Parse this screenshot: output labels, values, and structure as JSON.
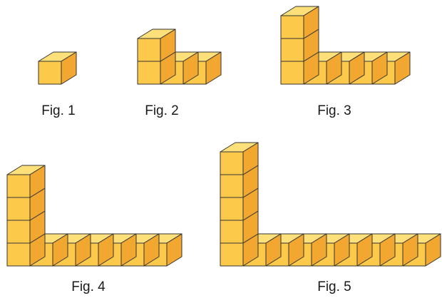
{
  "figures": [
    {
      "label": "Fig. 1",
      "stack_height": 1,
      "base_length": 1
    },
    {
      "label": "Fig. 2",
      "stack_height": 2,
      "base_length": 3
    },
    {
      "label": "Fig. 3",
      "stack_height": 3,
      "base_length": 5
    },
    {
      "label": "Fig. 4",
      "stack_height": 4,
      "base_length": 7
    },
    {
      "label": "Fig. 5",
      "stack_height": 5,
      "base_length": 9
    }
  ],
  "colors": {
    "front": "#fcc94b",
    "top": "#fde07a",
    "side": "#f2a830",
    "edge": "#333333"
  }
}
